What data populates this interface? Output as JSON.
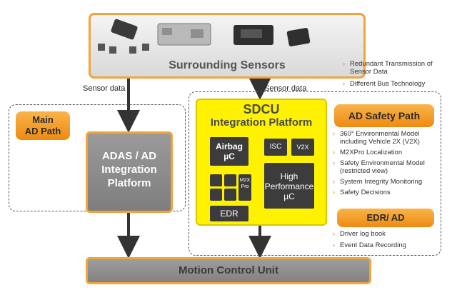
{
  "sensors": {
    "title": "Surrounding Sensors"
  },
  "labels": {
    "sensor_data_left": "Sensor data",
    "sensor_data_right": "Sensor data"
  },
  "top_bullets": [
    "Redundant Transmission of Sensor Data",
    "Different Bus Technology"
  ],
  "main_path": {
    "label_line1": "Main",
    "label_line2": "AD Path"
  },
  "adas": {
    "line1": "ADAS / AD",
    "line2": "Integration",
    "line3": "Platform"
  },
  "sdcu": {
    "title": "SDCU",
    "subtitle": "Integration Platform",
    "airbag_line1": "Airbag",
    "airbag_line2": "µC",
    "isc": "ISC",
    "v2x": "V2X",
    "m2x_line1": "M2X",
    "m2x_line2": "Pro",
    "hp_line1": "High",
    "hp_line2": "Performance",
    "hp_line3": "µC",
    "edr": "EDR"
  },
  "safety_path": {
    "title": "AD Safety Path",
    "bullets": [
      "360° Environmental Model including Vehicle 2X (V2X)",
      "M2XPro Localization",
      "Safety Environmental Model (restricted view)",
      "System Integrity Monitoring",
      "Safety Decisions"
    ]
  },
  "edr_ad": {
    "title": "EDR/ AD",
    "bullets": [
      "Driver log book",
      "Event Data Recording"
    ]
  },
  "motion": {
    "title": "Motion Control Unit"
  },
  "colors": {
    "accent_orange": "#f2a33a",
    "sdcu_yellow": "#fff200",
    "chip_dark": "#3c3c3c"
  }
}
